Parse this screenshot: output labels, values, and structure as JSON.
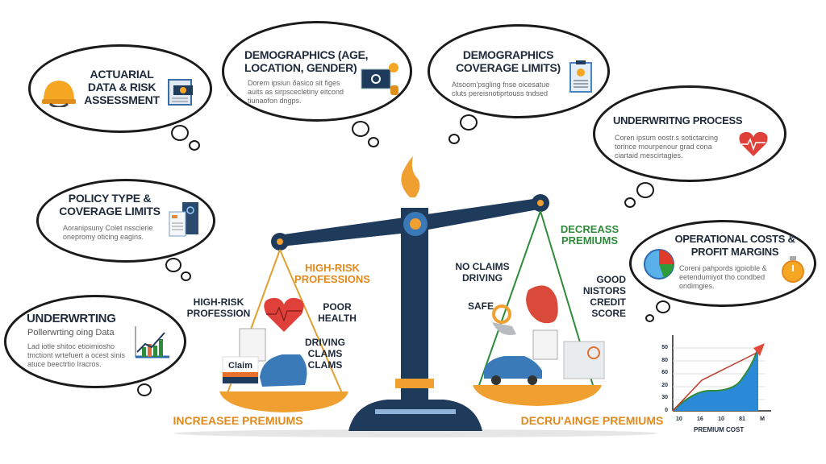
{
  "clouds": {
    "actuarial": {
      "title": "ACTUARIAL DATA & RISK ASSESSMENT",
      "icon": "hard-hat-icon"
    },
    "demographics": {
      "title": "DEMOGRAPHICS (AGE, LOCATION, GENDER)",
      "body": "Dorem ipsiun ðasico sit figes auits as sirpscecletiny eitcond tiunaofon dngps.",
      "icon": "monitor-icon"
    },
    "demographics_coverage": {
      "title": "DEMOGRAPHICS COVERAGE LIMITS)",
      "body": "Atsoom'psgling fnse oicesatue cluts pereisnotiprtouss tndsed",
      "icon": "clipboard-icon"
    },
    "underwriting_process": {
      "title": "UNDERWRITNG PROCESS",
      "body": "Coren ipsum oostr.s sotictarcing torince mourpenour grad cona ciartaid mescirtagies.",
      "icon": "heart-icon"
    },
    "policy_type": {
      "title": "POLICY TYPE & COVERAGE LIMITS",
      "body": "Aoranipsuny Colet nsscierie onepromy oticing eagins.",
      "icon": "document-icon"
    },
    "underwriting": {
      "title": "UNDERWRTING",
      "subtitle": "Pollerwrting oing Data",
      "body": "Lad iotle shitoc etioimiosho tmctiont wrtefuert a ocest sinis atuce beectrtio Iracros.",
      "icon": "bar-chart-icon"
    },
    "operational": {
      "title": "OPERATIONAL COSTS & PROFIT MARGINS",
      "body": "Coreni pahpords igoioble & eetendumiyot tho condbed ondimgies.",
      "icon": "pie-chart-icon"
    }
  },
  "scale": {
    "left_header": "HIGH-RISK PROFESSIONS",
    "left_items": [
      "HIGH-RISK PROFESSION",
      "POOR HEALTH",
      "DRIVING CLAMS CLAMS"
    ],
    "claim_label": "Claim",
    "left_footer": "INCREASEE PREMIUMS",
    "right_header": "DECREASS PREMIUMS",
    "right_items": [
      "NO CLAIMS DRIVING",
      "SAFE",
      "GOOD NISTORS CREDIT SCORE"
    ],
    "right_footer": "DECRU'AINGE PREMIUMS",
    "colors": {
      "navy": "#1f3b5c",
      "orange": "#f0a030",
      "green": "#2e8b3a"
    }
  },
  "mini_chart": {
    "xlabel": "PREMIUM COST",
    "yticks": [
      "50",
      "80",
      "60",
      "20",
      "30",
      "0"
    ],
    "xticks": [
      "10",
      "16",
      "10",
      "81",
      "M"
    ]
  }
}
